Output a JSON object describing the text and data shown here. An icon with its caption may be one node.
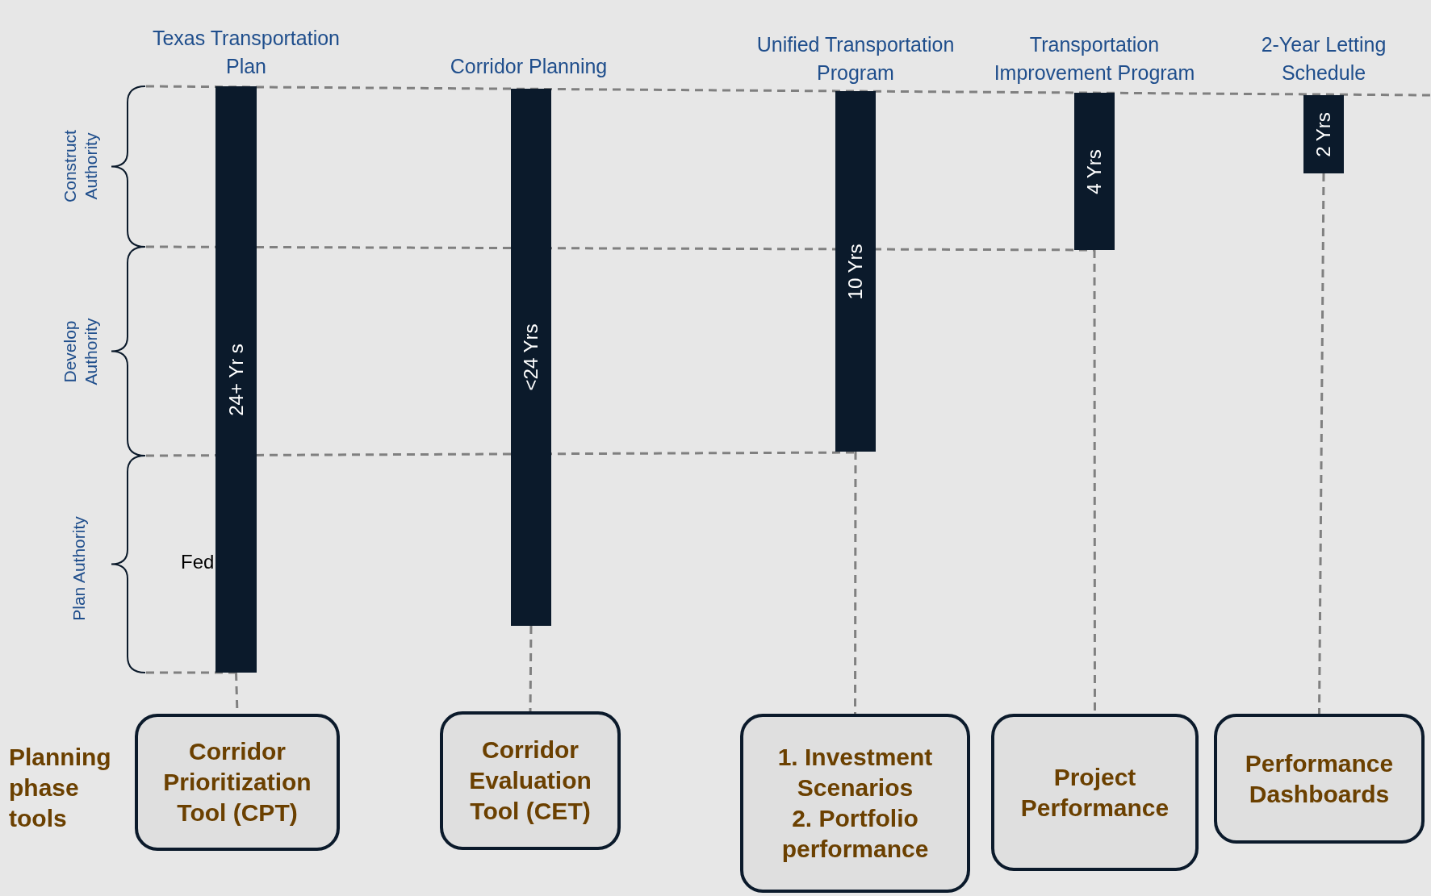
{
  "diagram": {
    "nodes": [
      {
        "text": [
          "24+ Yr s"
        ],
        "beside": [
          "Texas Transportation Plan"
        ]
      },
      {
        "text": [
          "<24 Yrs"
        ],
        "beside": [
          "Corridor Planning"
        ]
      },
      {
        "text": [
          "10 Yrs"
        ],
        "beside": [
          "Unified Transportation Program"
        ]
      },
      {
        "text": [
          "4 Yrs"
        ],
        "beside": [
          "Transportation Improvement Program"
        ]
      },
      {
        "text": [
          "2 Yrs"
        ],
        "beside": [
          "2-Year Letting Schedule"
        ]
      },
      {
        "text": [
          "Corridor Prioritization Tool (CPT)"
        ]
      },
      {
        "text": [
          "Corridor Evaluation Tool (CET)"
        ]
      },
      {
        "text": [
          "1. Investment Scenarios",
          "2. Portfolio performance"
        ]
      },
      {
        "text": [
          "Project Performance"
        ]
      },
      {
        "text": [
          "Performance Dashboards"
        ]
      }
    ],
    "edges": [
      {
        "from": 0,
        "to": 5,
        "arrow": "none",
        "style": "dashed"
      },
      {
        "from": 1,
        "to": 6,
        "arrow": "none",
        "style": "dashed"
      },
      {
        "from": 2,
        "to": 7,
        "arrow": "none",
        "style": "dashed"
      },
      {
        "from": 3,
        "to": 8,
        "arrow": "none",
        "style": "dashed"
      },
      {
        "from": 4,
        "to": 9,
        "arrow": "none",
        "style": "dashed"
      }
    ],
    "labels": [
      "Construct Authority",
      "Develop Authority",
      "Plan Authority",
      "Fed",
      "Planning phase tools"
    ]
  }
}
